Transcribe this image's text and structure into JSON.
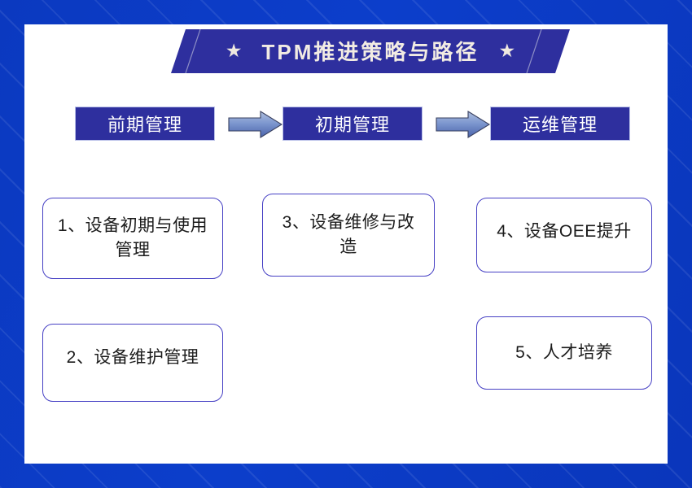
{
  "page": {
    "frame_color": "#0c3ecb",
    "background_color": "#ffffff"
  },
  "title_banner": {
    "text": "TPM推进策略与路径",
    "left_star": "★",
    "right_star": "★",
    "fill_color": "#2e2f9e",
    "text_color": "#f2ece3"
  },
  "phases": [
    {
      "label": "前期管理"
    },
    {
      "label": "初期管理"
    },
    {
      "label": "运维管理"
    }
  ],
  "arrows": [
    {
      "name": "arrow-phase1-to-phase2"
    },
    {
      "name": "arrow-phase2-to-phase3"
    }
  ],
  "cards": [
    {
      "text": "1、设备初期与使用管理"
    },
    {
      "text": "2、设备维护管理"
    },
    {
      "text": "3、设备维修与改造"
    },
    {
      "text": "4、设备OEE提升"
    },
    {
      "text": "5、人才培养"
    }
  ],
  "colors": {
    "header_fill": "#2e2f9e",
    "card_border": "#4640c4",
    "arrow_light": "#8fa4d8",
    "arrow_dark": "#415fa8"
  }
}
